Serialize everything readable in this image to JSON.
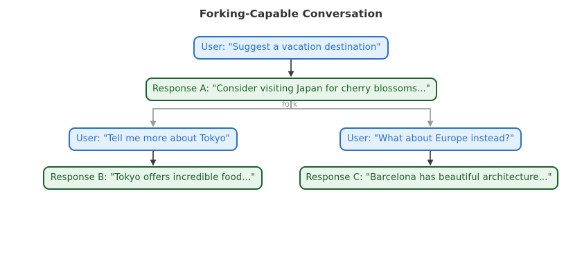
{
  "diagram": {
    "title": "Forking-Capable Conversation",
    "type": "flowchart",
    "direction": "top-down",
    "background_color": "#ffffff",
    "title_color": "#333333",
    "palette": {
      "user_fill": "#e4f0fb",
      "user_stroke": "#2a72c4",
      "user_text": "#2a72c4",
      "response_fill": "#e9f5ea",
      "response_stroke": "#19622b",
      "response_text": "#19622b",
      "edge_dark": "#3a3a3a",
      "edge_fork": "#9a9a9a",
      "edge_label_text": "#9a9a9a"
    },
    "nodes": [
      {
        "id": "user-root",
        "role": "user",
        "label": "User: \"Suggest a vacation destination\"",
        "row": 1
      },
      {
        "id": "response-a",
        "role": "response",
        "label": "Response A: \"Consider visiting Japan for cherry blossoms...\"",
        "row": 2
      },
      {
        "id": "user-tokyo",
        "role": "user",
        "label": "User: \"Tell me more about Tokyo\"",
        "row": 3,
        "branch": "left"
      },
      {
        "id": "user-europe",
        "role": "user",
        "label": "User: \"What about Europe instead?\"",
        "row": 3,
        "branch": "right"
      },
      {
        "id": "response-b",
        "role": "response",
        "label": "Response B: \"Tokyo offers incredible food...\"",
        "row": 4,
        "branch": "left"
      },
      {
        "id": "response-c",
        "role": "response",
        "label": "Response C: \"Barcelona has beautiful architecture...\"",
        "row": 4,
        "branch": "right"
      }
    ],
    "edges": [
      {
        "id": "edge-root-to-a",
        "from": "user-root",
        "to": "response-a",
        "label": "",
        "style": "solid-dark"
      },
      {
        "id": "edge-a-to-tokyo",
        "from": "response-a",
        "to": "user-tokyo",
        "label": "fork",
        "style": "solid-grey"
      },
      {
        "id": "edge-a-to-europe",
        "from": "response-a",
        "to": "user-europe",
        "label": "",
        "style": "solid-grey"
      },
      {
        "id": "edge-tokyo-to-b",
        "from": "user-tokyo",
        "to": "response-b",
        "label": "",
        "style": "solid-dark"
      },
      {
        "id": "edge-europe-to-c",
        "from": "user-europe",
        "to": "response-c",
        "label": "",
        "style": "solid-dark"
      }
    ],
    "edge_labels": {
      "fork": "fork"
    }
  }
}
